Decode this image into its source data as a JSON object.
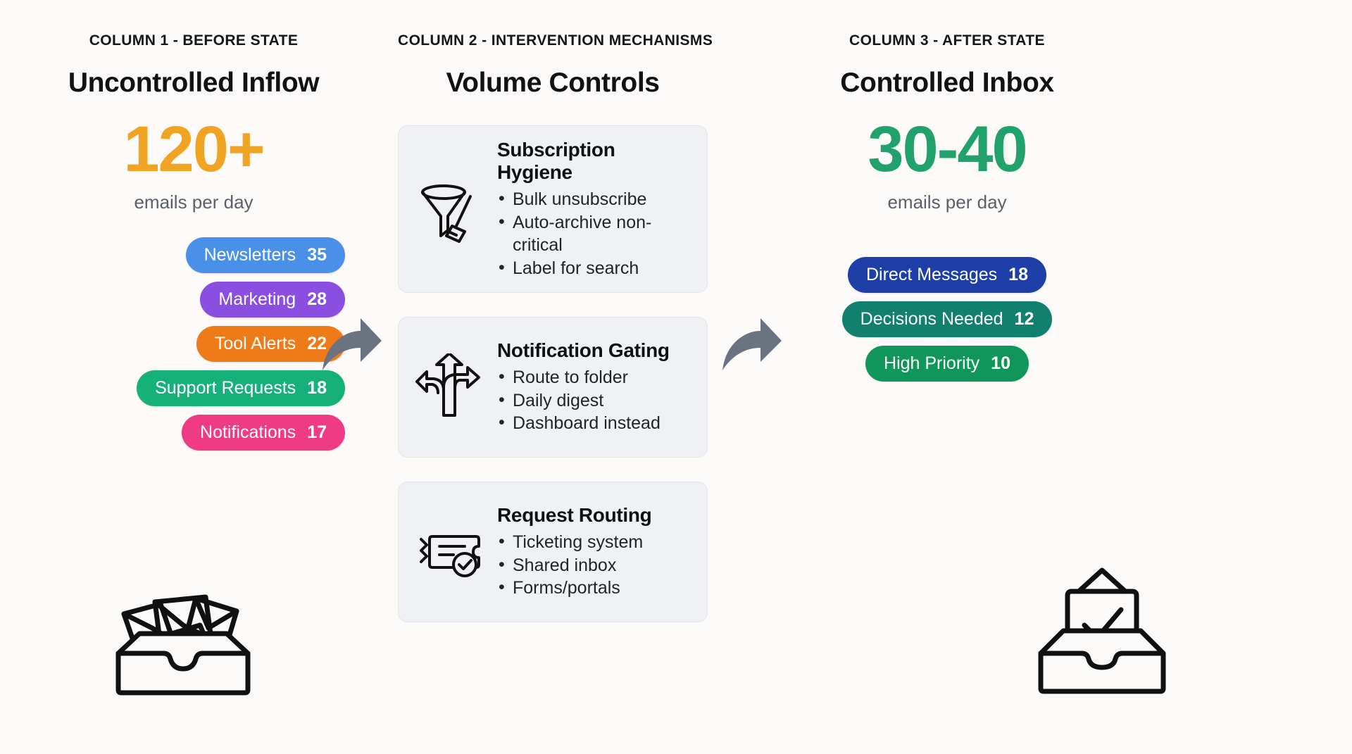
{
  "theme": {
    "background": "#FBFAF8",
    "card_bg": "#EFF1F5",
    "card_border": "#E2E5EB",
    "arrow_color": "#6B7280",
    "stat_before_color": "#EFA423",
    "stat_after_color": "#21A16C",
    "icon_stroke": "#111111"
  },
  "columns": {
    "before": {
      "label": "COLUMN 1 - BEFORE STATE",
      "title": "Uncontrolled Inflow",
      "stat": "120+",
      "stat_sub": "emails per day",
      "pills": [
        {
          "label": "Newsletters",
          "value": "35",
          "color": "#4A90E8"
        },
        {
          "label": "Marketing",
          "value": "28",
          "color": "#8A4FE0"
        },
        {
          "label": "Tool Alerts",
          "value": "22",
          "color": "#EE7A18"
        },
        {
          "label": "Support Requests",
          "value": "18",
          "color": "#16B07A"
        },
        {
          "label": "Notifications",
          "value": "17",
          "color": "#EE3B83"
        }
      ],
      "icon": "overflowing-inbox-icon"
    },
    "interventions": {
      "label": "COLUMN 2 - INTERVENTION MECHANISMS",
      "title": "Volume Controls",
      "cards": [
        {
          "icon": "funnel-broom-icon",
          "title": "Subscription Hygiene",
          "bullets": [
            "Bulk unsubscribe",
            "Auto-archive non-critical",
            "Label for search"
          ]
        },
        {
          "icon": "three-way-arrows-icon",
          "title": "Notification Gating",
          "bullets": [
            "Route to folder",
            "Daily digest",
            "Dashboard instead"
          ]
        },
        {
          "icon": "ticket-check-icon",
          "title": "Request Routing",
          "bullets": [
            "Ticketing system",
            "Shared inbox",
            "Forms/portals"
          ]
        }
      ]
    },
    "after": {
      "label": "COLUMN 3 - AFTER STATE",
      "title": "Controlled Inbox",
      "stat": "30-40",
      "stat_sub": "emails per day",
      "pills": [
        {
          "label": "Direct Messages",
          "value": "18",
          "color": "#1F3FA8"
        },
        {
          "label": "Decisions Needed",
          "value": "12",
          "color": "#12806E"
        },
        {
          "label": "High Priority",
          "value": "10",
          "color": "#10965A"
        }
      ],
      "icon": "tidy-inbox-check-icon"
    }
  },
  "arrows": [
    {
      "name": "flow-arrow-before-to-controls"
    },
    {
      "name": "flow-arrow-controls-to-after"
    }
  ]
}
